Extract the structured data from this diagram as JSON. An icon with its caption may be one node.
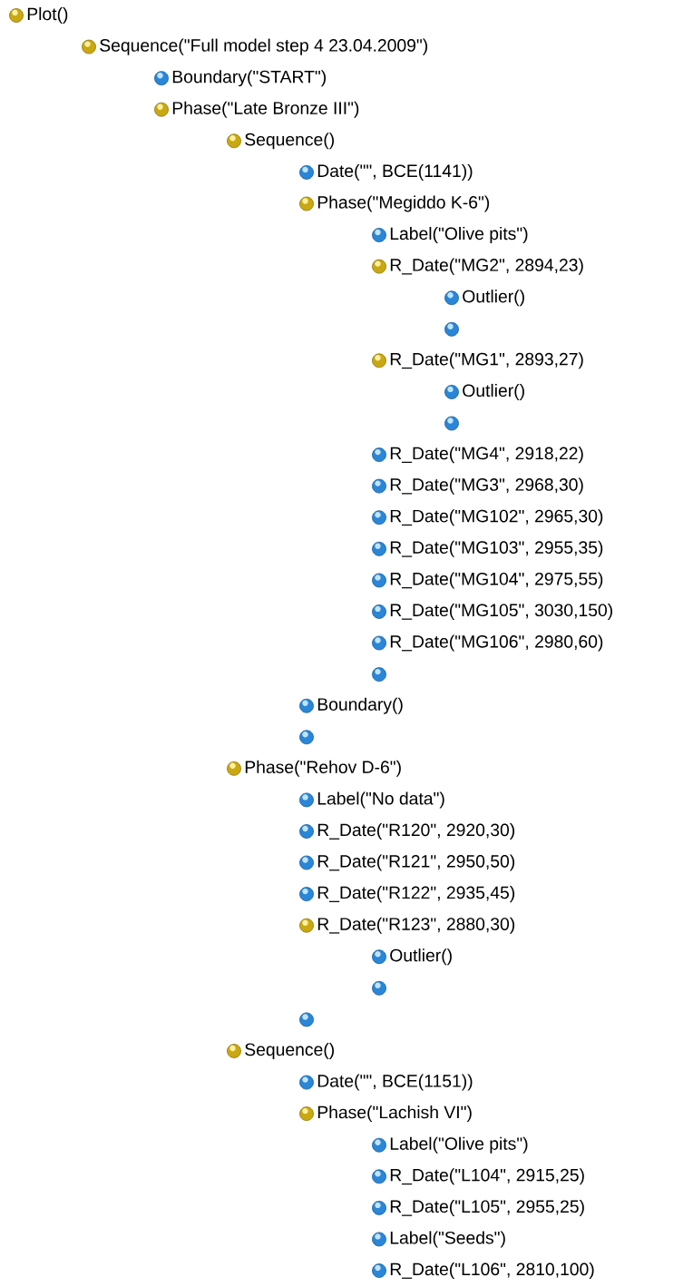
{
  "diagram": {
    "labels": [
      "Plot()",
      "Sequence(\"Full model step 4 23.04.2009\")",
      "Boundary(\"START\")",
      "Phase(\"Late Bronze III\")",
      "Sequence()",
      "Date(\"\", BCE(1141))",
      "Phase(\"Megiddo K-6\")",
      "Label(\"Olive pits\")",
      "R_Date(\"MG2\", 2894,23)",
      "Outlier()",
      "R_Date(\"MG1\", 2893,27)",
      "Outlier()",
      "R_Date(\"MG4\", 2918,22)",
      "R_Date(\"MG3\", 2968,30)",
      "R_Date(\"MG102\", 2965,30)",
      "R_Date(\"MG103\", 2955,35)",
      "R_Date(\"MG104\", 2975,55)",
      "R_Date(\"MG105\", 3030,150)",
      "R_Date(\"MG106\", 2980,60)",
      "Boundary()",
      "Phase(\"Rehov D-6\")",
      "Label(\"No data\")",
      "R_Date(\"R120\", 2920,30)",
      "R_Date(\"R121\", 2950,50)",
      "R_Date(\"R122\", 2935,45)",
      "R_Date(\"R123\", 2880,30)",
      "Outlier()",
      "Sequence()",
      "Date(\"\", BCE(1151))",
      "Phase(\"Lachish VI\")",
      "Label(\"Olive pits\")",
      "R_Date(\"L104\", 2915,25)",
      "R_Date(\"L105\", 2955,25)",
      "Label(\"Seeds\")",
      "R_Date(\"L106\", 2810,100)"
    ]
  }
}
